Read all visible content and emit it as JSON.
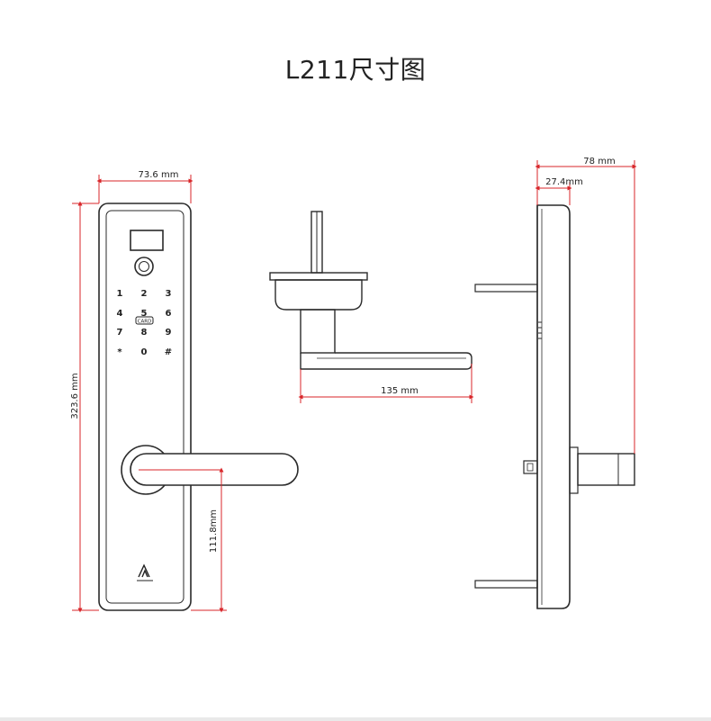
{
  "title": "L211尺寸图",
  "dimensions": {
    "front_width": "73.6 mm",
    "front_height": "323.6 mm",
    "handle_drop": "111.8mm",
    "top_handle_length": "135 mm",
    "side_depth_total": "78 mm",
    "side_depth_body": "27.4mm"
  },
  "keypad": {
    "keys": [
      "1",
      "2",
      "3",
      "4",
      "5",
      "6",
      "7",
      "8",
      "9",
      "*",
      "0",
      "#"
    ],
    "card_label": "CARD"
  },
  "colors": {
    "dimension_line": "#d8262a",
    "outline": "#2a2a2a"
  },
  "logo": "brand-logo-icon"
}
